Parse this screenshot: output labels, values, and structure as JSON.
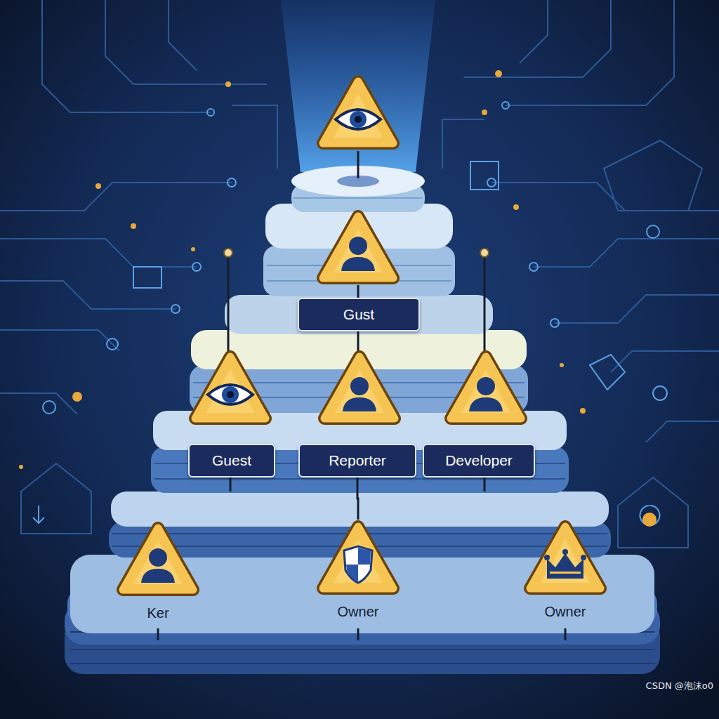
{
  "diagram": {
    "nodes": [
      {
        "text": [
          "Gust"
        ]
      },
      {
        "text": [
          "Guest"
        ]
      },
      {
        "text": [
          "Reporter"
        ]
      },
      {
        "text": [
          "Developer"
        ]
      },
      {
        "text": [
          "Ker"
        ]
      },
      {
        "text": [
          "Owner"
        ]
      },
      {
        "text": [
          "Owner"
        ]
      }
    ],
    "edges": [
      {
        "from": 2,
        "to": 5,
        "arrow": "none"
      }
    ],
    "labels": [
      "CSDN @泡沫o0"
    ]
  }
}
